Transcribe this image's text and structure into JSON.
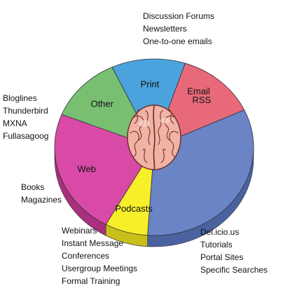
{
  "chart_data": {
    "type": "pie",
    "title": "",
    "style": "3d-tilted",
    "slices": [
      {
        "label": "Email",
        "value": 33,
        "color": "#6a84c6",
        "side_color": "#4a62a0",
        "annotations": [
          "Discussion Forums",
          "Newsletters",
          "One-to-one emails"
        ],
        "brain_overlap": true
      },
      {
        "label": "Podcasts",
        "value": 7,
        "color": "#f7ef2a",
        "side_color": "#c8c018",
        "annotations": []
      },
      {
        "label": "Web",
        "value": 23,
        "color": "#d94aa6",
        "side_color": "#a8307e",
        "annotations": [
          "Del.icio.us",
          "Tutorials",
          "Portal Sites",
          "Specific Searches"
        ]
      },
      {
        "label": "Other",
        "value": 12,
        "color": "#78bf72",
        "side_color": "#4f9048",
        "annotations": [
          "Webinars",
          "Instant Message",
          "Conferences",
          "Usergroup Meetings",
          "Formal Training"
        ]
      },
      {
        "label": "Print",
        "value": 12,
        "color": "#4aa3dc",
        "side_color": "#2d76aa",
        "annotations": [
          "Books",
          "Magazines"
        ]
      },
      {
        "label": "RSS",
        "value": 13,
        "color": "#e86a7a",
        "side_color": "#b8485a",
        "annotations": [
          "Bloglines",
          "Thunderbird",
          "MXNA",
          "Fullasagoog"
        ]
      }
    ],
    "center_image": "brain-icon",
    "legend": "none"
  }
}
